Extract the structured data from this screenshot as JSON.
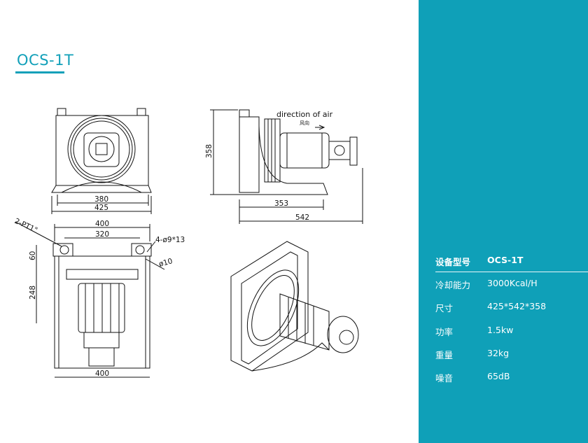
{
  "title": "OCS-1T",
  "drawing": {
    "front_view": {
      "dim_inner": "380",
      "dim_outer": "425"
    },
    "side_view": {
      "direction_label": "direction of air",
      "direction_label_cn": "风向",
      "dim_height": "358",
      "dim_mid": "353",
      "dim_total": "542"
    },
    "bottom_view": {
      "port_label": "2-PT1\"",
      "dim_top": "400",
      "dim_holes": "320",
      "holes_label": "4-ø9*13",
      "hole_dia_label": "ø10",
      "dim_60": "60",
      "dim_248": "248",
      "dim_bottom": "400"
    }
  },
  "specs": {
    "header": {
      "label": "设备型号",
      "value": "OCS-1T"
    },
    "rows": [
      {
        "label": "冷却能力",
        "value": "3000Kcal/H"
      },
      {
        "label": "尺寸",
        "value": "425*542*358"
      },
      {
        "label": "功率",
        "value": "1.5kw"
      },
      {
        "label": "重量",
        "value": "32kg"
      },
      {
        "label": "噪音",
        "value": "65dB"
      }
    ]
  },
  "colors": {
    "accent": "#0fa0b8"
  }
}
